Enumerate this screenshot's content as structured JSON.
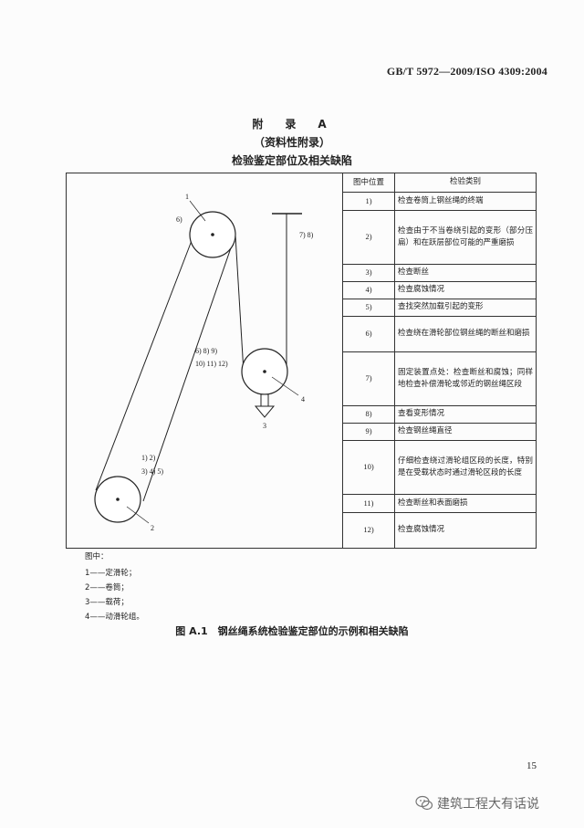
{
  "header": {
    "standard": "GB/T 5972—2009/ISO 4309:2004"
  },
  "appendix": {
    "heading": "附　录　A",
    "type": "（资料性附录）",
    "title": "检验鉴定部位及相关缺陷"
  },
  "diagram_labels": {
    "n1": "1",
    "n6": "6)",
    "n78": "7)  8)",
    "n689": "6)  8)  9)",
    "n101112": "10)  11)  12)",
    "n4": "4",
    "n3": "3",
    "n12": "1)  2)",
    "n345": "3)  4)  5)",
    "n2": "2"
  },
  "table": {
    "headers": [
      "图中位置",
      "检验类别"
    ],
    "rows": [
      {
        "pos": "1)",
        "desc": "检查卷筒上钢丝绳的终端"
      },
      {
        "pos": "2)",
        "desc": "检查由于不当卷绕引起的变形（部分压扁）和在跃层部位可能的严重磨损"
      },
      {
        "pos": "3)",
        "desc": "检查断丝"
      },
      {
        "pos": "4)",
        "desc": "检查腐蚀情况"
      },
      {
        "pos": "5)",
        "desc": "查找突然加载引起的变形"
      },
      {
        "pos": "6)",
        "desc": "检查绕在滑轮部位钢丝绳的断丝和磨损"
      },
      {
        "pos": "7)",
        "desc": "固定装置点处：检查断丝和腐蚀；同样地检查补偿滑轮或邻近的钢丝绳区段"
      },
      {
        "pos": "8)",
        "desc": "查看变形情况"
      },
      {
        "pos": "9)",
        "desc": "检查钢丝绳直径"
      },
      {
        "pos": "10)",
        "desc": "仔细检查绕过滑轮组区段的长度，特别是在受载状态时通过滑轮区段的长度"
      },
      {
        "pos": "11)",
        "desc": "检查断丝和表面磨损"
      },
      {
        "pos": "12)",
        "desc": "检查腐蚀情况"
      }
    ]
  },
  "legend": {
    "title": "图中：",
    "items": [
      "1——定滑轮；",
      "2——卷筒；",
      "3——载荷；",
      "4——动滑轮组。"
    ]
  },
  "caption": "图 A.1　钢丝绳系统检验鉴定部位的示例和相关缺陷",
  "page_number": "15",
  "watermark": "建筑工程大有话说"
}
